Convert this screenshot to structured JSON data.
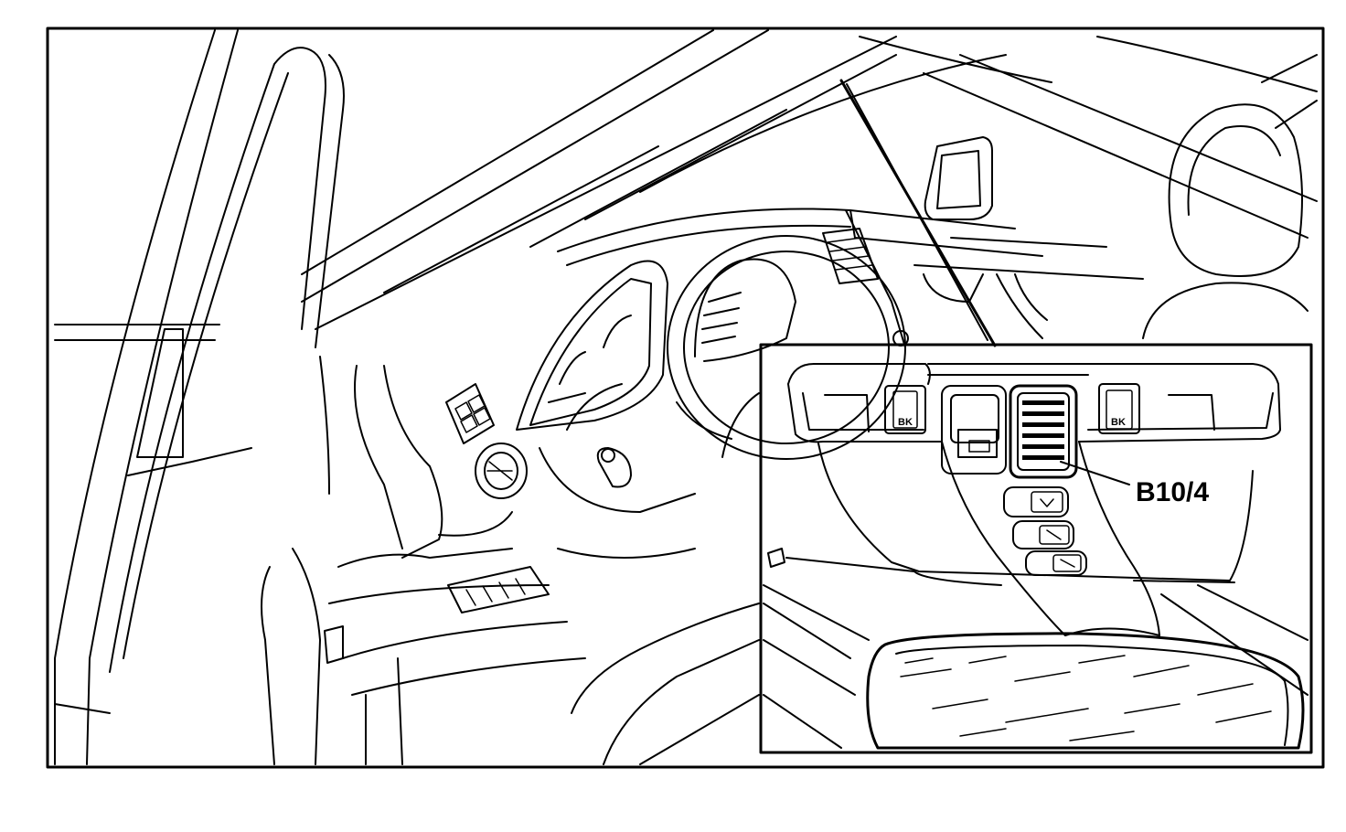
{
  "callout": {
    "label": "B10/4"
  },
  "inset": {
    "button_left_label": "BK",
    "button_right_label": "BK"
  }
}
